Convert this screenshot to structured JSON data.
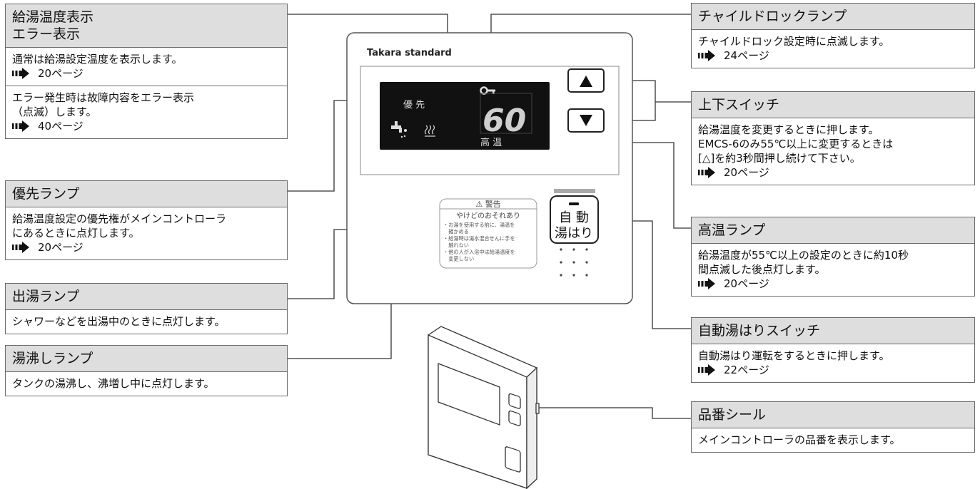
{
  "left_panels": [
    {
      "title_lines": [
        "給湯温度表示",
        "エラー表示"
      ],
      "sections": [
        {
          "text": "通常は給湯設定温度を表示します。",
          "page": "20ページ"
        },
        {
          "text": "エラー発生時は故障内容をエラー表示\n（点滅）します。",
          "page": "40ページ"
        }
      ]
    },
    {
      "title_lines": [
        "優先ランプ"
      ],
      "sections": [
        {
          "text": "給湯温度設定の優先権がメインコントローラ\nにあるときに点灯します。",
          "page": "20ページ"
        }
      ]
    },
    {
      "title_lines": [
        "出湯ランプ"
      ],
      "sections": [
        {
          "text": "シャワーなどを出湯中のときに点灯します。"
        }
      ]
    },
    {
      "title_lines": [
        "湯沸しランプ"
      ],
      "sections": [
        {
          "text": "タンクの湯沸し、沸増し中に点灯します。"
        }
      ]
    }
  ],
  "right_panels": [
    {
      "title_lines": [
        "チャイルドロックランプ"
      ],
      "sections": [
        {
          "text": "チャイルドロック設定時に点滅します。",
          "page": "24ページ"
        }
      ]
    },
    {
      "title_lines": [
        "上下スイッチ"
      ],
      "sections": [
        {
          "text": "給湯温度を変更するときに押します。\nEMCS-6のみ55℃以上に変更するときは\n[△]を約3秒間押し続けて下さい。",
          "page": "20ページ"
        }
      ]
    },
    {
      "title_lines": [
        "高温ランプ"
      ],
      "sections": [
        {
          "text": "給湯温度が55℃以上の設定のときに約10秒\n間点滅した後点灯します。",
          "page": "20ページ"
        }
      ]
    },
    {
      "title_lines": [
        "自動湯はりスイッチ"
      ],
      "sections": [
        {
          "text": "自動湯はり運転をするときに押します。",
          "page": "22ページ"
        }
      ]
    },
    {
      "title_lines": [
        "品番シール"
      ],
      "sections": [
        {
          "text": "メインコントローラの品番を表示します。"
        }
      ]
    }
  ],
  "device": {
    "brand": "Takara standard",
    "display_value": "60",
    "priority_label": "優 先",
    "high_temp_label": "高 温",
    "auto_button_line1": "自 動",
    "auto_button_line2": "湯はり",
    "warning_title": "⚠ 警告",
    "warning_heading": "やけどのおそれあり",
    "warning_items": [
      "・お湯を使用する前に、湯温を",
      "　確かめる",
      "・給湯時は湯水混合せんに手を",
      "　触れない",
      "・他の人が入浴中は給湯温度を",
      "　変更しない"
    ]
  },
  "colors": {
    "header_bg": "#dedede",
    "display_bg": "#111111",
    "digit_color": "#c8c8c8"
  }
}
